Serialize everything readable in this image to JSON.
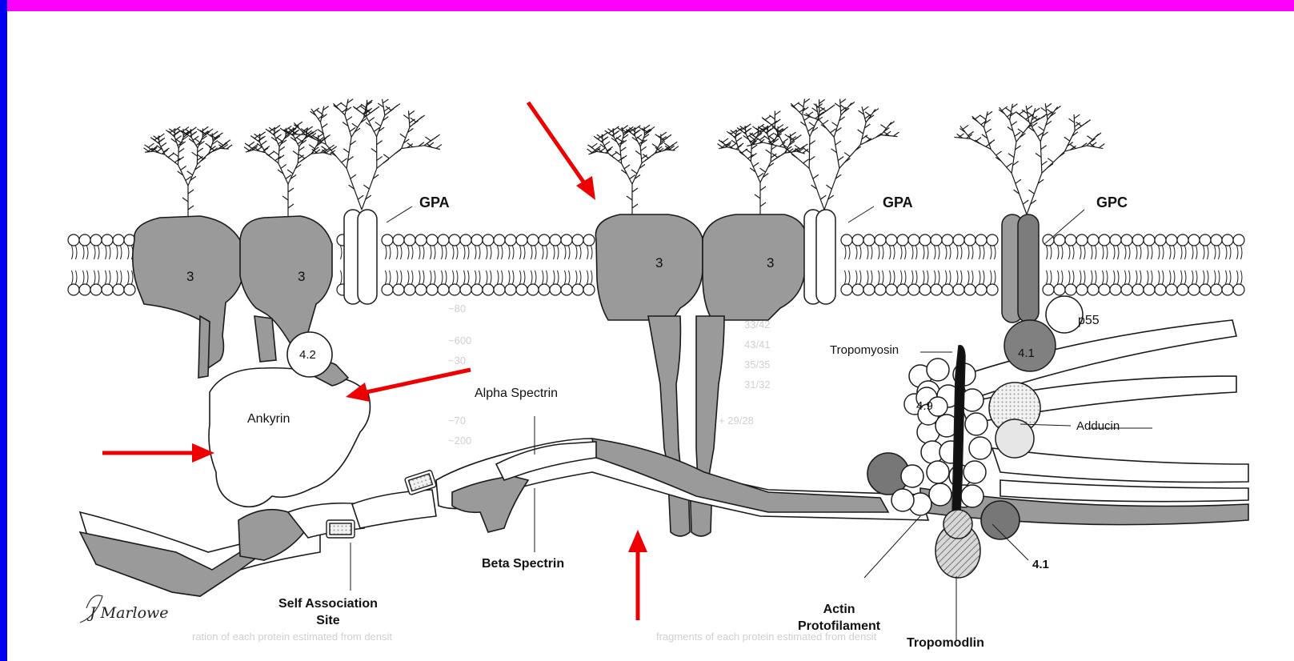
{
  "colors": {
    "top_bar": "#ff00ff",
    "left_bar": "#0000ee",
    "arrow": "#ee0000",
    "protein_fill": "#9a9a9a",
    "light_fill": "#ffffff",
    "line": "#1a1a1a"
  },
  "labels": {
    "gpa_left": "GPA",
    "gpa_right": "GPA",
    "gpc": "GPC",
    "band3_a": "3",
    "band3_b": "3",
    "band3_c": "3",
    "band3_d": "3",
    "p55": "p55",
    "band42": "4.2",
    "band41": "4.1",
    "band49": "4.9",
    "band41_lower": "4.1",
    "tropomyosin": "Tropomyosin",
    "adducin": "Adducin",
    "ankyrin": "Ankyrin",
    "alpha_spectrin": "Alpha Spectrin",
    "beta_spectrin": "Beta Spectrin",
    "self_association_site": "Self Association\nSite",
    "actin_protofilament": "Actin\nProtofilament",
    "tropomodulin": "Tropomodlin",
    "signature": "J Marlowe"
  },
  "arrows": [
    {
      "id": "arrow-upper-center",
      "direction": "down-right"
    },
    {
      "id": "arrow-left",
      "direction": "right"
    },
    {
      "id": "arrow-ankyrin",
      "direction": "left"
    },
    {
      "id": "arrow-bottom-center",
      "direction": "up"
    }
  ]
}
